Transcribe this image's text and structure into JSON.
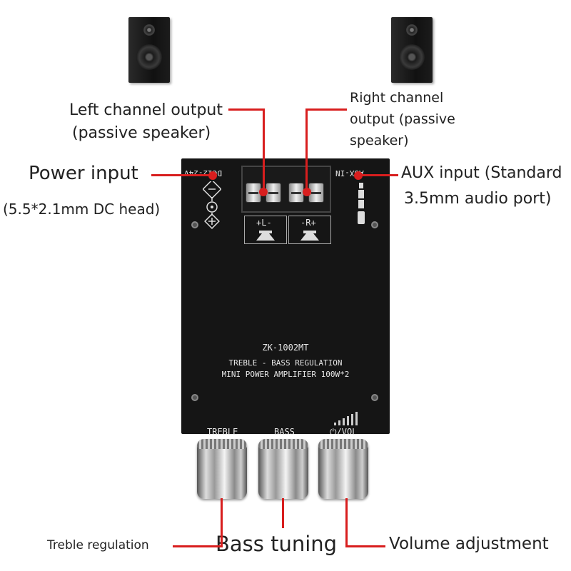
{
  "labels": {
    "left_channel": [
      "Left channel output",
      "(passive speaker)"
    ],
    "right_channel": [
      "Right channel",
      "output (passive",
      "speaker)"
    ],
    "power_input": "Power input",
    "power_input_sub": "(5.5*2.1mm DC head)",
    "aux_input": "AUX input (Standard",
    "aux_input_sub": "3.5mm audio port)",
    "treble": "Treble regulation",
    "bass": "Bass tuning",
    "volume": "Volume adjustment"
  },
  "board": {
    "dc": "DC12-24V",
    "aux": "AUX-IN",
    "left": "+L-",
    "right": "-R+",
    "model": "ZK-1002MT",
    "line1": "TREBLE - BASS REGULATION",
    "line2": "MINI POWER AMPLIFIER 100W*2",
    "knob_treble": "TREBLE",
    "knob_bass": "BASS",
    "knob_vol": "⏻/VOL"
  },
  "accent": "#d81e1e",
  "icons": [
    "speaker-icon",
    "dc-power-icon",
    "aux-jack-icon",
    "volume-bars-icon"
  ]
}
